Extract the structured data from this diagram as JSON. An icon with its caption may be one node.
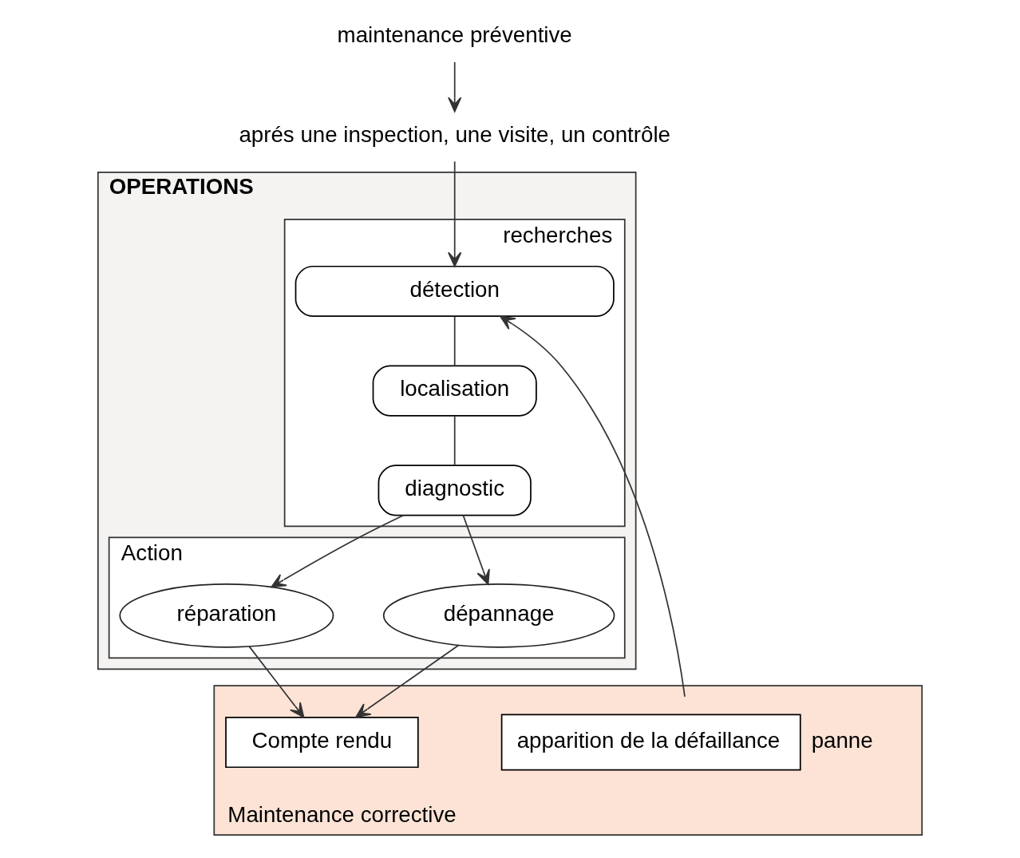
{
  "diagram": {
    "nodes": [
      {
        "text": [
          "Maintenance corrective"
        ]
      },
      {
        "text": [
          "apparition de la défaillance"
        ],
        "in": 0,
        "beside": [
          "panne"
        ]
      },
      {
        "text": [
          "OPERATIONS"
        ]
      },
      {
        "text": [
          "recherches"
        ],
        "in": 2
      },
      {
        "text": [
          "détection"
        ],
        "in": 3
      },
      {
        "text": [
          "localisation"
        ],
        "in": 3
      },
      {
        "text": [
          "diagnostic"
        ],
        "in": 3
      },
      {
        "text": [
          "Action"
        ],
        "in": 2
      },
      {
        "text": [
          "dépannage"
        ],
        "in": 7
      },
      {
        "text": [
          "réparation"
        ],
        "in": 7
      },
      {
        "text": [
          "Compte rendu"
        ],
        "in": 0
      },
      {
        "text": [
          "maintenance préventive"
        ]
      },
      {
        "text": [
          "aprés une inspection, une visite, un contrôle"
        ]
      }
    ],
    "edges": [
      {
        "from": 11,
        "to": 12,
        "arrow": "to"
      },
      {
        "from": 1,
        "to": 4,
        "arrow": "to"
      },
      {
        "from": 12,
        "to": 4,
        "arrow": "to"
      },
      {
        "from": 4,
        "to": 5,
        "arrow": "none"
      },
      {
        "from": 5,
        "to": 6,
        "arrow": "none"
      },
      {
        "from": 6,
        "to": 8,
        "arrow": "to"
      },
      {
        "from": 6,
        "to": 9,
        "arrow": "to"
      },
      {
        "from": 8,
        "to": 10,
        "arrow": "to"
      },
      {
        "from": 9,
        "to": 10,
        "arrow": "to"
      }
    ]
  }
}
